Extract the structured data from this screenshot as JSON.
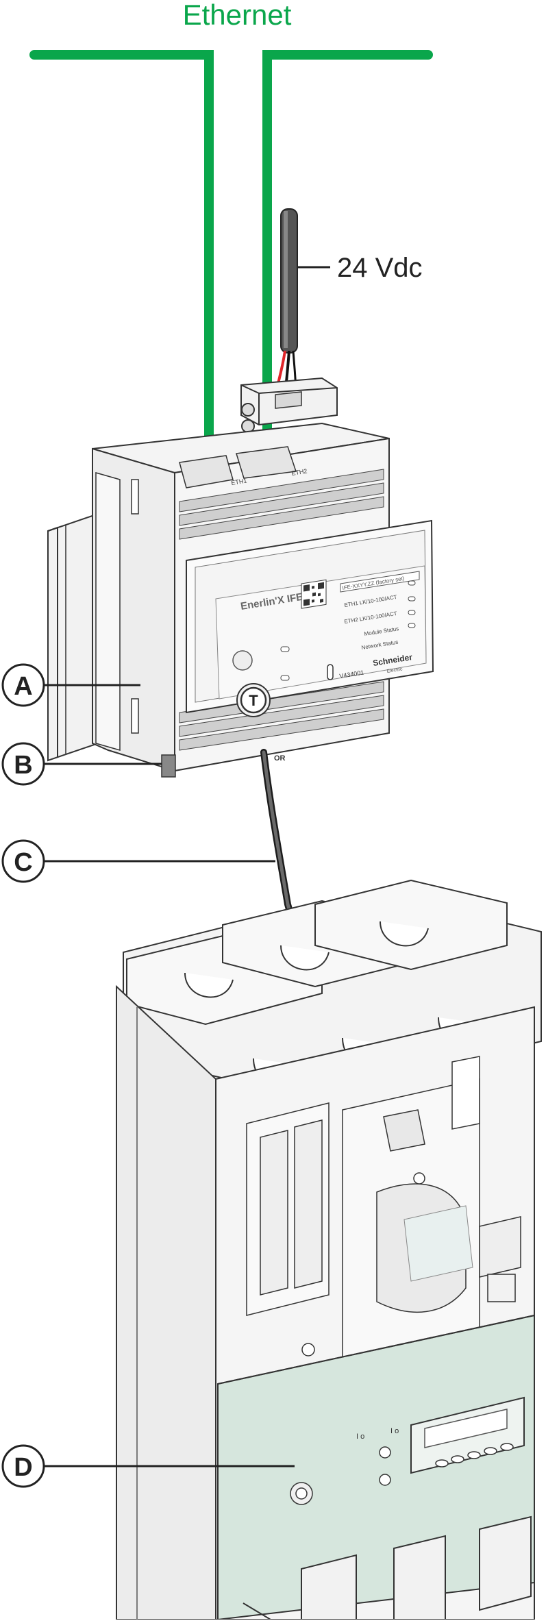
{
  "labels": {
    "ethernet": "Ethernet",
    "power": "24 Vdc",
    "callouts": [
      "A",
      "B",
      "C",
      "D"
    ]
  },
  "module": {
    "brand": "Enerlin'X IFE",
    "serial_tag": "IFE-XXYY.ZZ (factory set)",
    "ports": [
      "ETH1",
      "ETH2"
    ],
    "leds": [
      "ETH1  LK/10-100/ACT",
      "ETH2  LK/10-100/ACT",
      "Module Status",
      "Network Status"
    ],
    "test_button": "T",
    "maker": "Schneider",
    "maker_sub": "Electric",
    "ref": "V434001",
    "or_mark": "OR"
  },
  "breaker": {
    "pole_marks": [
      "I o",
      "I o"
    ]
  },
  "colors": {
    "ethernet": "#0aa64b",
    "outline": "#333333",
    "device_fill": "#f6f6f6",
    "trip_unit_fill": "#d6e6dd",
    "cable": "#4a4a4a",
    "wire_red": "#e0262a"
  }
}
